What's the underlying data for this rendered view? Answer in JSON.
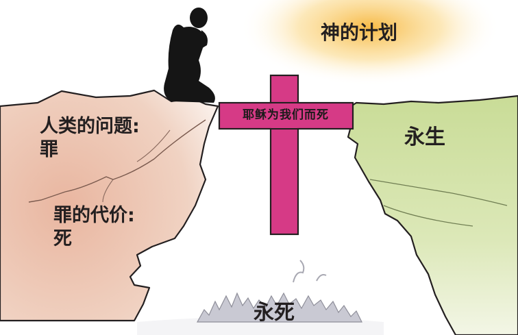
{
  "labels": {
    "gods_plan": "神的计划",
    "human_problem_line1": "人类的问题:",
    "human_problem_line2": "罪",
    "cost_of_sin_line1": "罪的代价:",
    "cost_of_sin_line2": "死",
    "eternal_life": "永生",
    "eternal_death": "永死",
    "cross_text": "耶稣为我们而死"
  },
  "colors": {
    "left_cliff": "#e8bfa8",
    "right_cliff": "#d5e3a6",
    "cross": "#d63a86",
    "glow": "#f7c25a",
    "figure": "#151515",
    "outline": "#231f20"
  }
}
